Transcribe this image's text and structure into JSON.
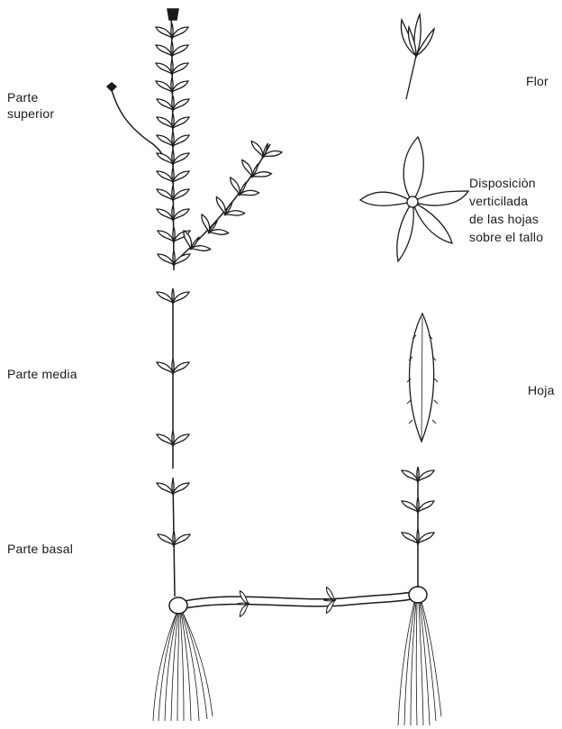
{
  "labels": {
    "parte_superior": [
      "Parte",
      "superior"
    ],
    "parte_media": "Parte media",
    "parte_basal": "Parte basal",
    "flor": "Flor",
    "disposicion": [
      "Disposiciòn",
      "verticilada",
      "de las hojas",
      "sobre el tallo"
    ],
    "hoja": "Hoja"
  },
  "colors": {
    "ink": "#1a1a1a",
    "background": "#ffffff"
  },
  "drawing": {
    "subjects": [
      "plant-stem-upper",
      "plant-stem-middle",
      "plant-stem-basal",
      "rhizome",
      "roots",
      "flower",
      "leaf-whorl",
      "single-leaf"
    ]
  }
}
